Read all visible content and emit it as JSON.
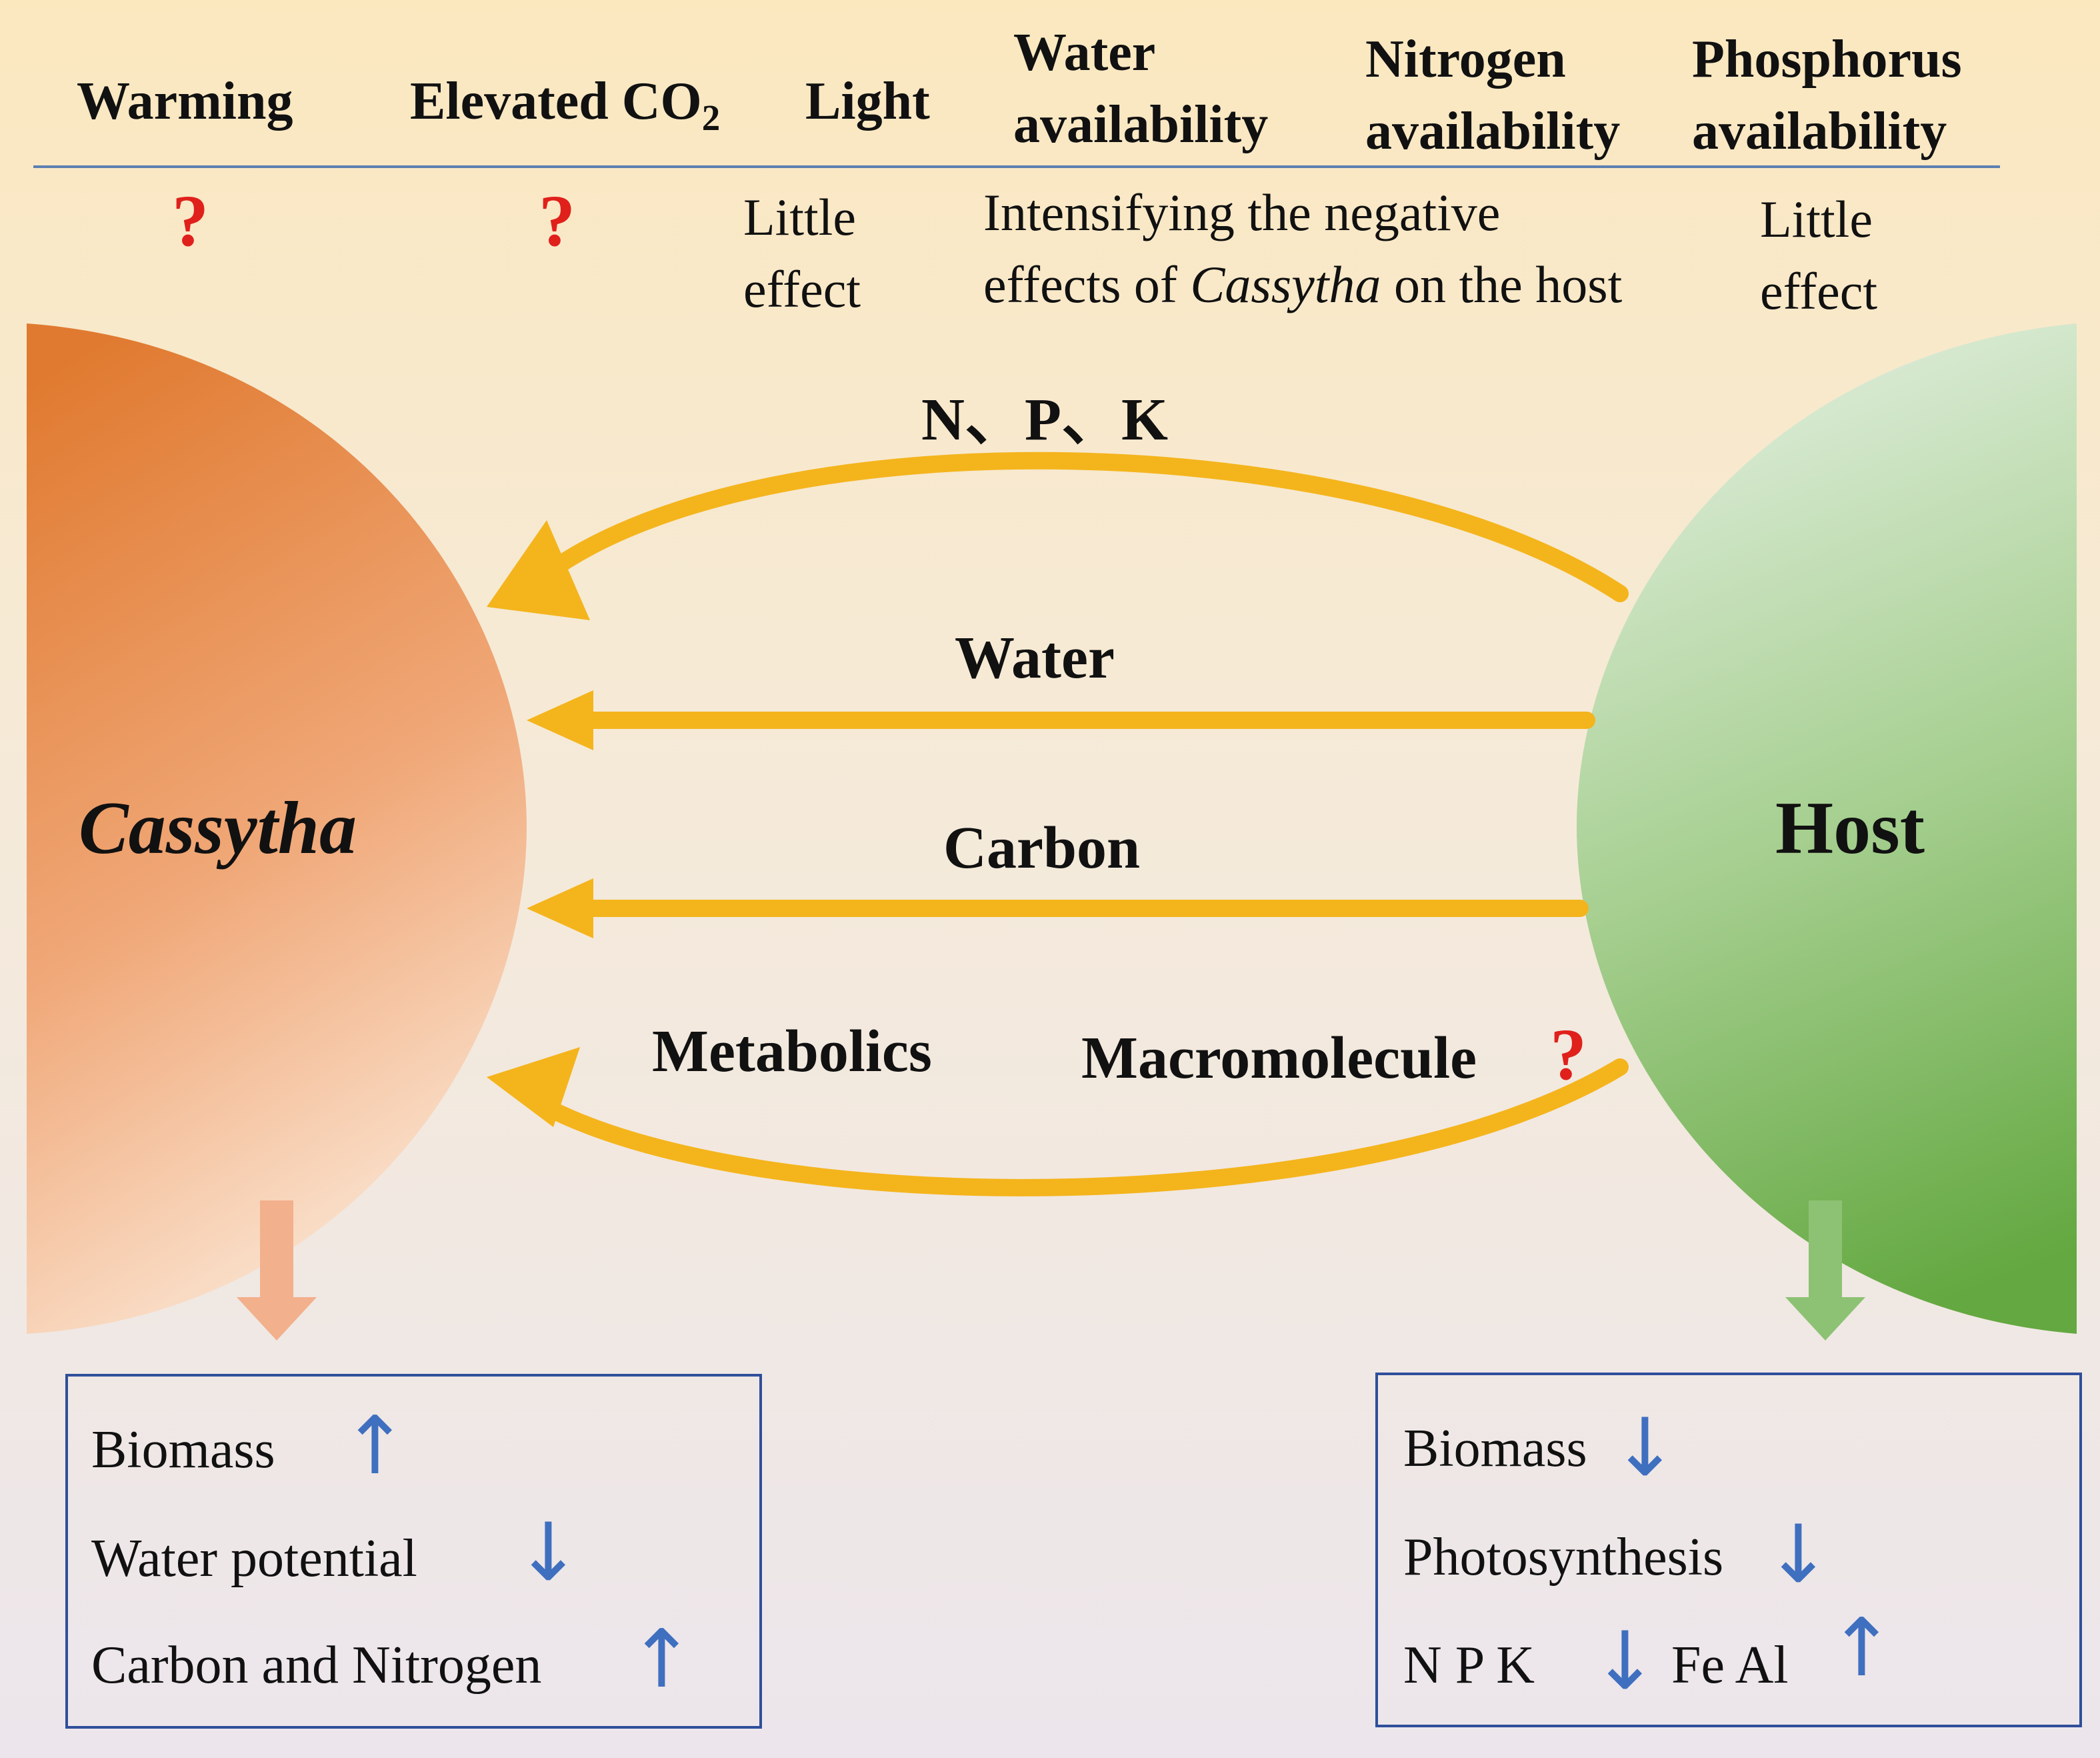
{
  "colors": {
    "arrow": "#f4b41c",
    "cassytha_dark": "#e07a30",
    "cassytha_light": "#fbe6d4",
    "host_light": "#e0eedd",
    "host_dark": "#63a840",
    "question": "#e0201b",
    "box_border": "#2f4f9a",
    "trend_arrow": "#3f6fbf"
  },
  "header": {
    "warming": "Warming",
    "elevated_co2": "Elevated CO",
    "co2_sub": "2",
    "light": "Light",
    "water_1": "Water",
    "water_2": "availability",
    "nitrogen_1": "Nitrogen",
    "nitrogen_2": "availability",
    "phosphorus_1": "Phosphorus",
    "phosphorus_2": "availability"
  },
  "effects": {
    "warming": "?",
    "elevated_co2": "?",
    "light_1": "Little",
    "light_2": "effect",
    "water_line1": "Intensifying the negative",
    "water_line2_pre": "effects of ",
    "water_line2_italic": "Cassytha",
    "water_line2_post": " on the host",
    "phosphorus_1": "Little",
    "phosphorus_2": "effect"
  },
  "organisms": {
    "parasite": "Cassytha",
    "host": "Host"
  },
  "flows": {
    "nutrients": "N、P、K",
    "water": "Water",
    "carbon": "Carbon",
    "metabolics": "Metabolics",
    "macromolecule": "Macromolecule",
    "macromolecule_q": "?"
  },
  "cassytha_box": {
    "biomass": "Biomass",
    "biomass_trend": "↑",
    "water_potential": "Water potential",
    "water_potential_trend": "↓",
    "carbon_nitrogen": "Carbon and Nitrogen",
    "carbon_nitrogen_trend": "↑"
  },
  "host_box": {
    "biomass": "Biomass",
    "biomass_trend": "↓",
    "photosynthesis": "Photosynthesis",
    "photosynthesis_trend": "↓",
    "npk": "N P K",
    "npk_trend": "↓",
    "feal": "Fe Al",
    "feal_trend": "↑"
  }
}
